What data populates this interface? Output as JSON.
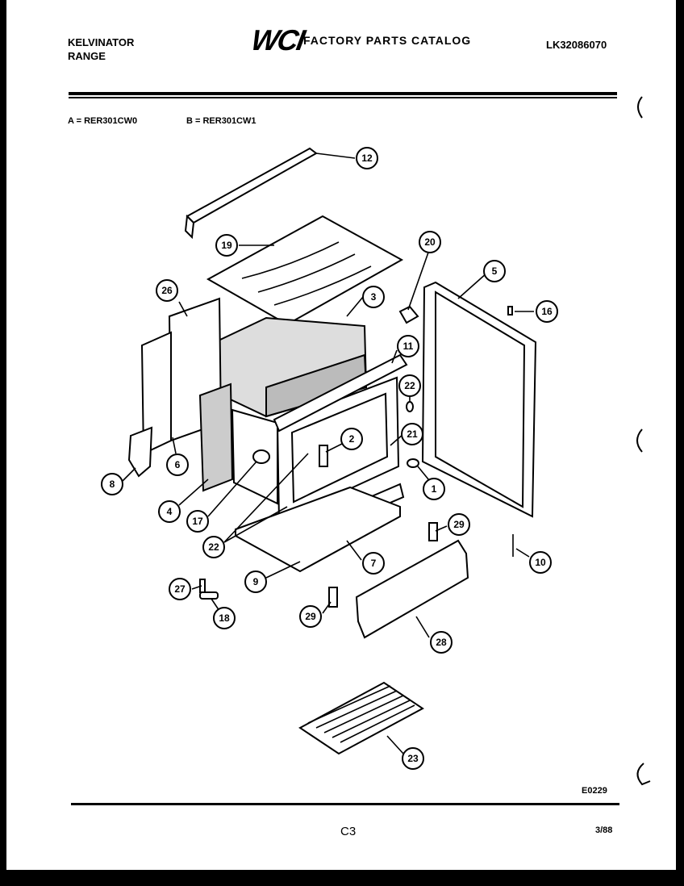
{
  "header": {
    "brand": "KELVINATOR",
    "product": "RANGE",
    "logo": "WCI",
    "catalog_title": "FACTORY PARTS CATALOG",
    "catalog_number": "LK32086070"
  },
  "models": {
    "a": "A = RER301CW0",
    "b": "B = RER301CW1"
  },
  "callouts": [
    "1",
    "2",
    "3",
    "4",
    "5",
    "6",
    "7",
    "8",
    "9",
    "10",
    "11",
    "12",
    "16",
    "17",
    "18",
    "19",
    "20",
    "21",
    "22",
    "22",
    "23",
    "26",
    "27",
    "28",
    "29",
    "29"
  ],
  "footer": {
    "drawing_code": "E0229",
    "page_code": "C3",
    "date": "3/88"
  }
}
